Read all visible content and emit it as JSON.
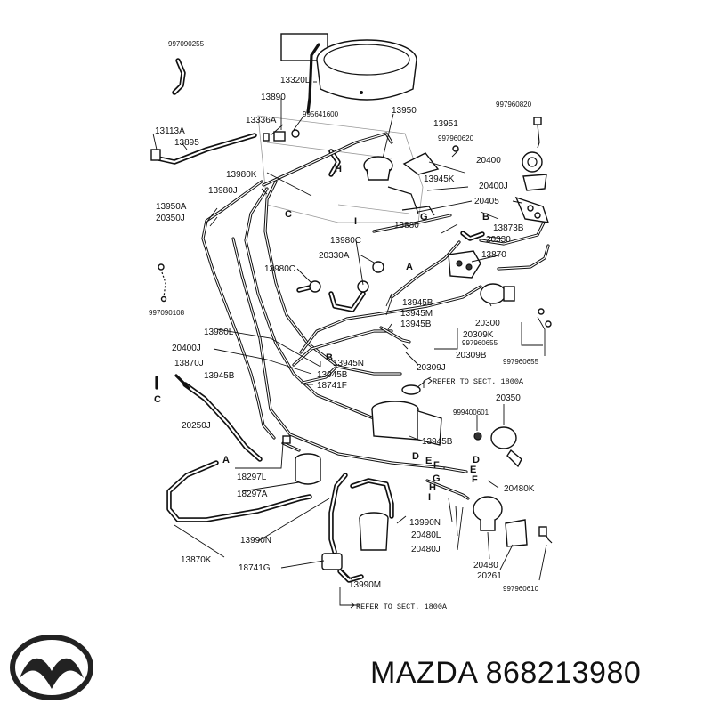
{
  "brand": {
    "name": "MAZDA",
    "part_number": "868213980"
  },
  "diagram": {
    "references": {
      "sect_1800a_upper": "REFER TO SECT. 1800A",
      "sect_1800a_lower": "REFER TO SECT. 1800A"
    },
    "part_labels": [
      "997090255",
      "13320L",
      "13890",
      "13336A",
      "995641600",
      "13950",
      "997960820",
      "13113A",
      "13895",
      "13951",
      "997960620",
      "20400",
      "13980K",
      "13945K",
      "20400J",
      "13980J",
      "20405",
      "13950A",
      "20350J",
      "13880",
      "13873B",
      "20330",
      "13980C",
      "20330A",
      "13870",
      "13980C",
      "997090108",
      "13945B",
      "13945M",
      "20300",
      "13980L",
      "13945B",
      "20309K",
      "20400J",
      "997960655",
      "997960655",
      "13870J",
      "13945N",
      "20309B",
      "13945B",
      "20309J",
      "13945B",
      "18741F",
      "20350",
      "20250J",
      "999400601",
      "13945B",
      "18297L",
      "13870K",
      "18297A",
      "20480K",
      "13990N",
      "13990N",
      "20480L",
      "20480J",
      "20480",
      "20261",
      "997960610",
      "18741G",
      "13990M"
    ],
    "connection_letters": [
      "H",
      "C",
      "I",
      "G",
      "A",
      "B",
      "B",
      "C",
      "A",
      "D",
      "E",
      "F",
      "D",
      "E",
      "F",
      "G",
      "H",
      "I"
    ]
  }
}
